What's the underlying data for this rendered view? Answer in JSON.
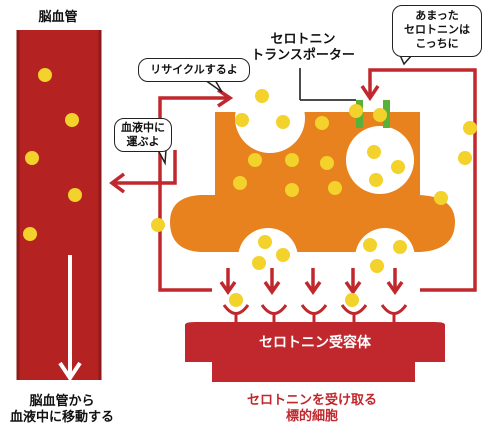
{
  "labels": {
    "blood_vessel": "脳血管",
    "transporter": [
      "セロトニン",
      "トランスポーター"
    ],
    "vessel_move": [
      "脳血管から",
      "血液中に移動する"
    ],
    "receptor": "セロトニン受容体",
    "target_cell": [
      "セロトニンを受け取る",
      "標的細胞"
    ]
  },
  "bubbles": {
    "recycle": "リサイクルするよ",
    "to_blood": [
      "血液中に",
      "運ぶよ"
    ],
    "excess": [
      "あまった",
      "セロトニンは",
      "こっちに"
    ]
  },
  "colors": {
    "vessel": "#b52222",
    "vessel_dark": "#8e1a1a",
    "neuron": "#e8821f",
    "serotonin": "#f3d22b",
    "arrow": "#c0282d",
    "transporter": "#59b13a",
    "target_cell": "#c0282d"
  }
}
